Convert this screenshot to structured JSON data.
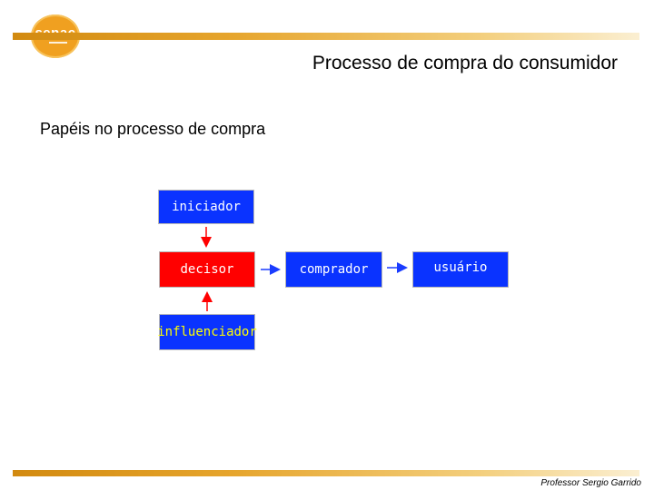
{
  "header": {
    "logo_text": "senac",
    "title": "Processo de compra do consumidor"
  },
  "content": {
    "subtitle": "Papéis no processo de compra"
  },
  "diagram": {
    "nodes": {
      "iniciador": "iniciador",
      "decisor": "decisor",
      "influenciador": "influenciador",
      "comprador": "comprador",
      "usuario": "usuário"
    },
    "colors": {
      "blue": "#0a33ff",
      "red": "#ff0000",
      "yellow_text": "#ffff00",
      "arrow_red": "#ff0000",
      "arrow_blue": "#1a3cff"
    }
  },
  "footer": {
    "credit": "Professor Sergio Garrido"
  }
}
